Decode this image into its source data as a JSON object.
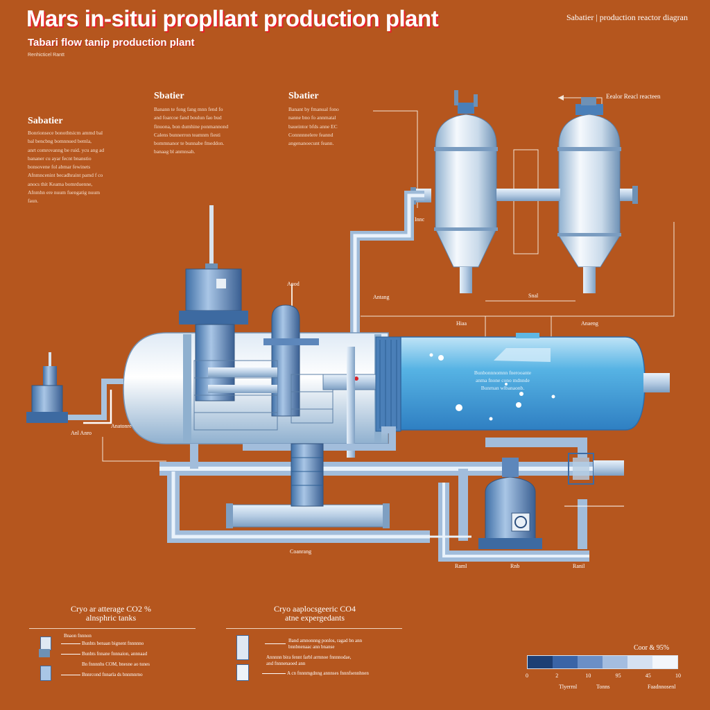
{
  "header": {
    "title": "Mars in-situi propllant production plant",
    "top_right": "Sabatier | production reactor diagran",
    "subtitle": "Tabari flow tanip production plant",
    "small_caption": "Renhicticel Rantt"
  },
  "left_block": {
    "heading": "Sabatier",
    "text": "Bonrionsece bonothtsicm ammd bal\nbal bencbng bomnnued bemla,\nanrt comrovanng be ruid. ycu ang ad\nbananer cu ayar fecnt bnanstio\nbonsovene fol abmar fewinets\nAfnmncenint becadhraint pamd f co\nanocs thit Keama bomrduenne,\nAfnmhn ere nuum fuengatig nuum\nfaun."
  },
  "mid_block": {
    "heading": "Sbatier",
    "text": "Banann te fong fang mnn fend fo\nand foarcoe fand boulun fao bud\nfinuona, bon dumhine ponmannond\nCalens bunnerron teamnm fiesti\nbommnanor te bunnabe fmeddon.\nbanaag bl anmnsah."
  },
  "right_block": {
    "heading": "Sbatier",
    "text": "Banant by fmanual fono\nnanne bno fo annmatal\nbaueintor bfds anne EC\nConnnnnelere feannd\nangenanoecunt feann."
  },
  "callouts": {
    "reactor_label": "Eealor Reacl reacteen",
    "mid_top": "Anod",
    "center_right": "Snal",
    "left_tag_1": "Antang",
    "left_tag_2": "Anaeng",
    "hiaa": "Hiaa",
    "anaeng2": "Anaeng",
    "flow_note": "Innc",
    "left_pipe_tag": "Anl Anro",
    "left_pipe_tag2": "Anatonre",
    "bottom_center": "Coanrang",
    "bottom_a": "Raml",
    "bottom_b": "Rnb",
    "bottom_c": "Ranil",
    "tank_text": "Bunbonnnomnn fnerooante\nanma fnone cono mdnnde\nBunrnan wlbanaonb."
  },
  "bottom_left": {
    "heading": "Cryo ar atterage CO2 %\nalnsphric tanks",
    "rows": [
      "Bnaon fnnnon",
      "Bunhts benaan bignent fnnnnno",
      "Bunhts fnnane fnnnaion, annnaad",
      "Bn fnnnnhs COM, bnesne ao tunes",
      "Bnnrcond fnnarla ds bnnmnrno"
    ]
  },
  "bottom_mid": {
    "heading": "Cryo aaplocsgeeric CO4\natne expergedants",
    "rows": [
      "Band amnonnng ponlos, ragad bn ann\nbnnbnenaac ann bnanse",
      "Annnnn bira fennt farbl arrnnoe fnnnnodae,\nand fnnnenaoed ann",
      "A cn fnnnmgdnng annnses fnnnfsennhnen"
    ]
  },
  "scale": {
    "title": "Coor & 95%",
    "ticks": [
      "0",
      "2",
      "10",
      "95",
      "45",
      "10"
    ],
    "labels": [
      "Tlyerrnl",
      "Tonns",
      "Faadnnosenl"
    ],
    "colors": [
      "#1d3f74",
      "#3a64a6",
      "#6b8fc6",
      "#a4bde0",
      "#d5e1f2",
      "#f3f6fb"
    ]
  }
}
